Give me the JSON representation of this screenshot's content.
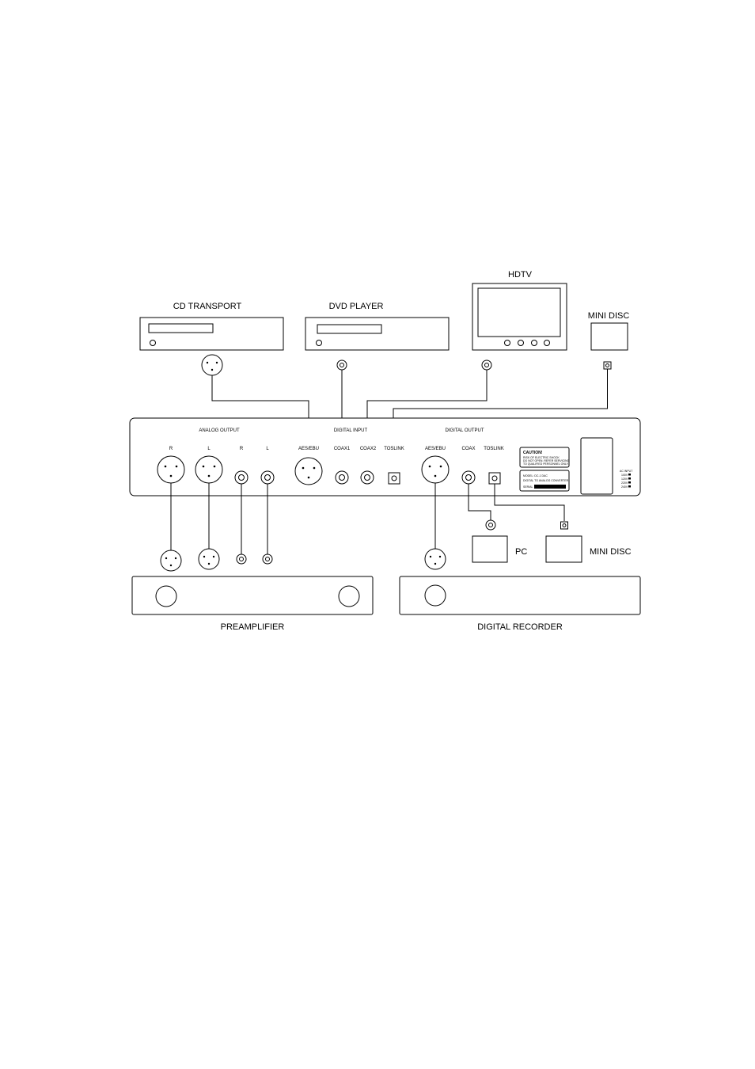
{
  "devices": {
    "cd_transport": "CD TRANSPORT",
    "dvd_player": "DVD PLAYER",
    "hdtv": "HDTV",
    "mini_disc_top": "MINI DISC",
    "pc": "PC",
    "mini_disc_bottom": "MINI DISC",
    "preamplifier": "PREAMPLIFIER",
    "digital_recorder": "DIGITAL RECORDER"
  },
  "panel": {
    "analog_output": "ANALOG OUTPUT",
    "digital_input": "DIGITAL INPUT",
    "digital_output": "DIGITAL OUTPUT",
    "analog_r_xlr": "R",
    "analog_l_xlr": "L",
    "analog_r_rca": "R",
    "analog_l_rca": "L",
    "in_aes": "AES/EBU",
    "in_coax1": "COAX1",
    "in_coax2": "COAX2",
    "in_toslink": "TOSLINK",
    "out_aes": "AES/EBU",
    "out_coax": "COAX",
    "out_toslink": "TOSLINK",
    "caution_title": "CAUTION!",
    "caution_line1": "RISK OF ELECTRIC SHOCK",
    "caution_line2": "DO NOT OPEN. REFER SERVICING",
    "caution_line3": "TO QUALIFIED PERSONNEL ONLY.",
    "model_line1": "MODEL: DC-1 DAC",
    "model_line2": "DIGITAL TO ANALOG CONVERTER",
    "serial_label": "SERIAL",
    "ac_input": "AC INPUT",
    "v100": "100V",
    "v120": "120V",
    "v220": "220V",
    "v240": "240V"
  }
}
